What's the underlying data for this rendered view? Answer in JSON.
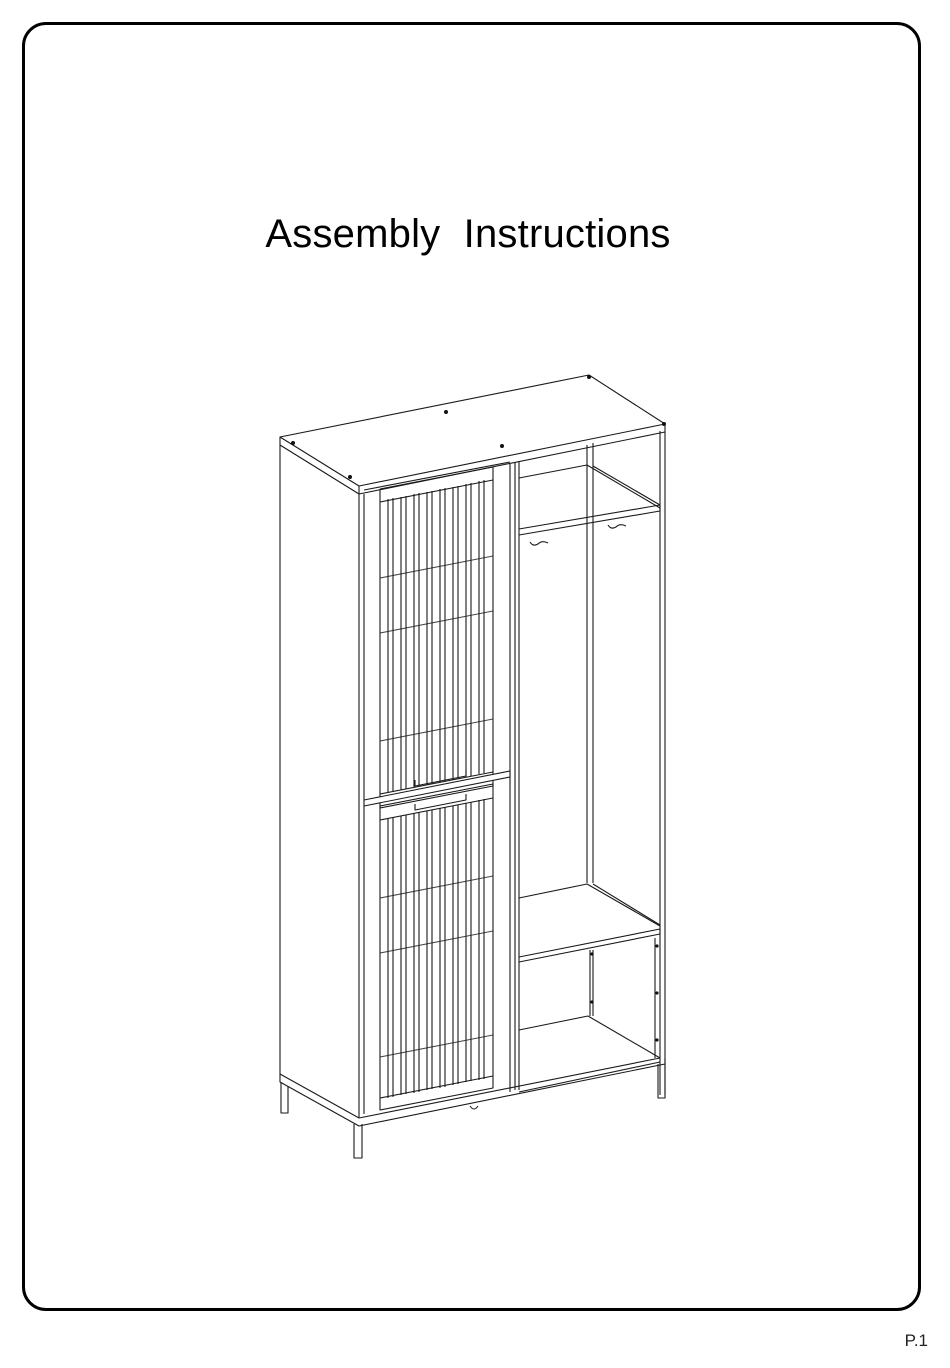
{
  "document": {
    "title": "Assembly Instructions",
    "page_label": "P.1"
  },
  "illustration": {
    "subject": "tall-cabinet-with-two-slatted-doors-and-open-shelving",
    "line_color": "#1a1a1a",
    "background": "#ffffff"
  }
}
